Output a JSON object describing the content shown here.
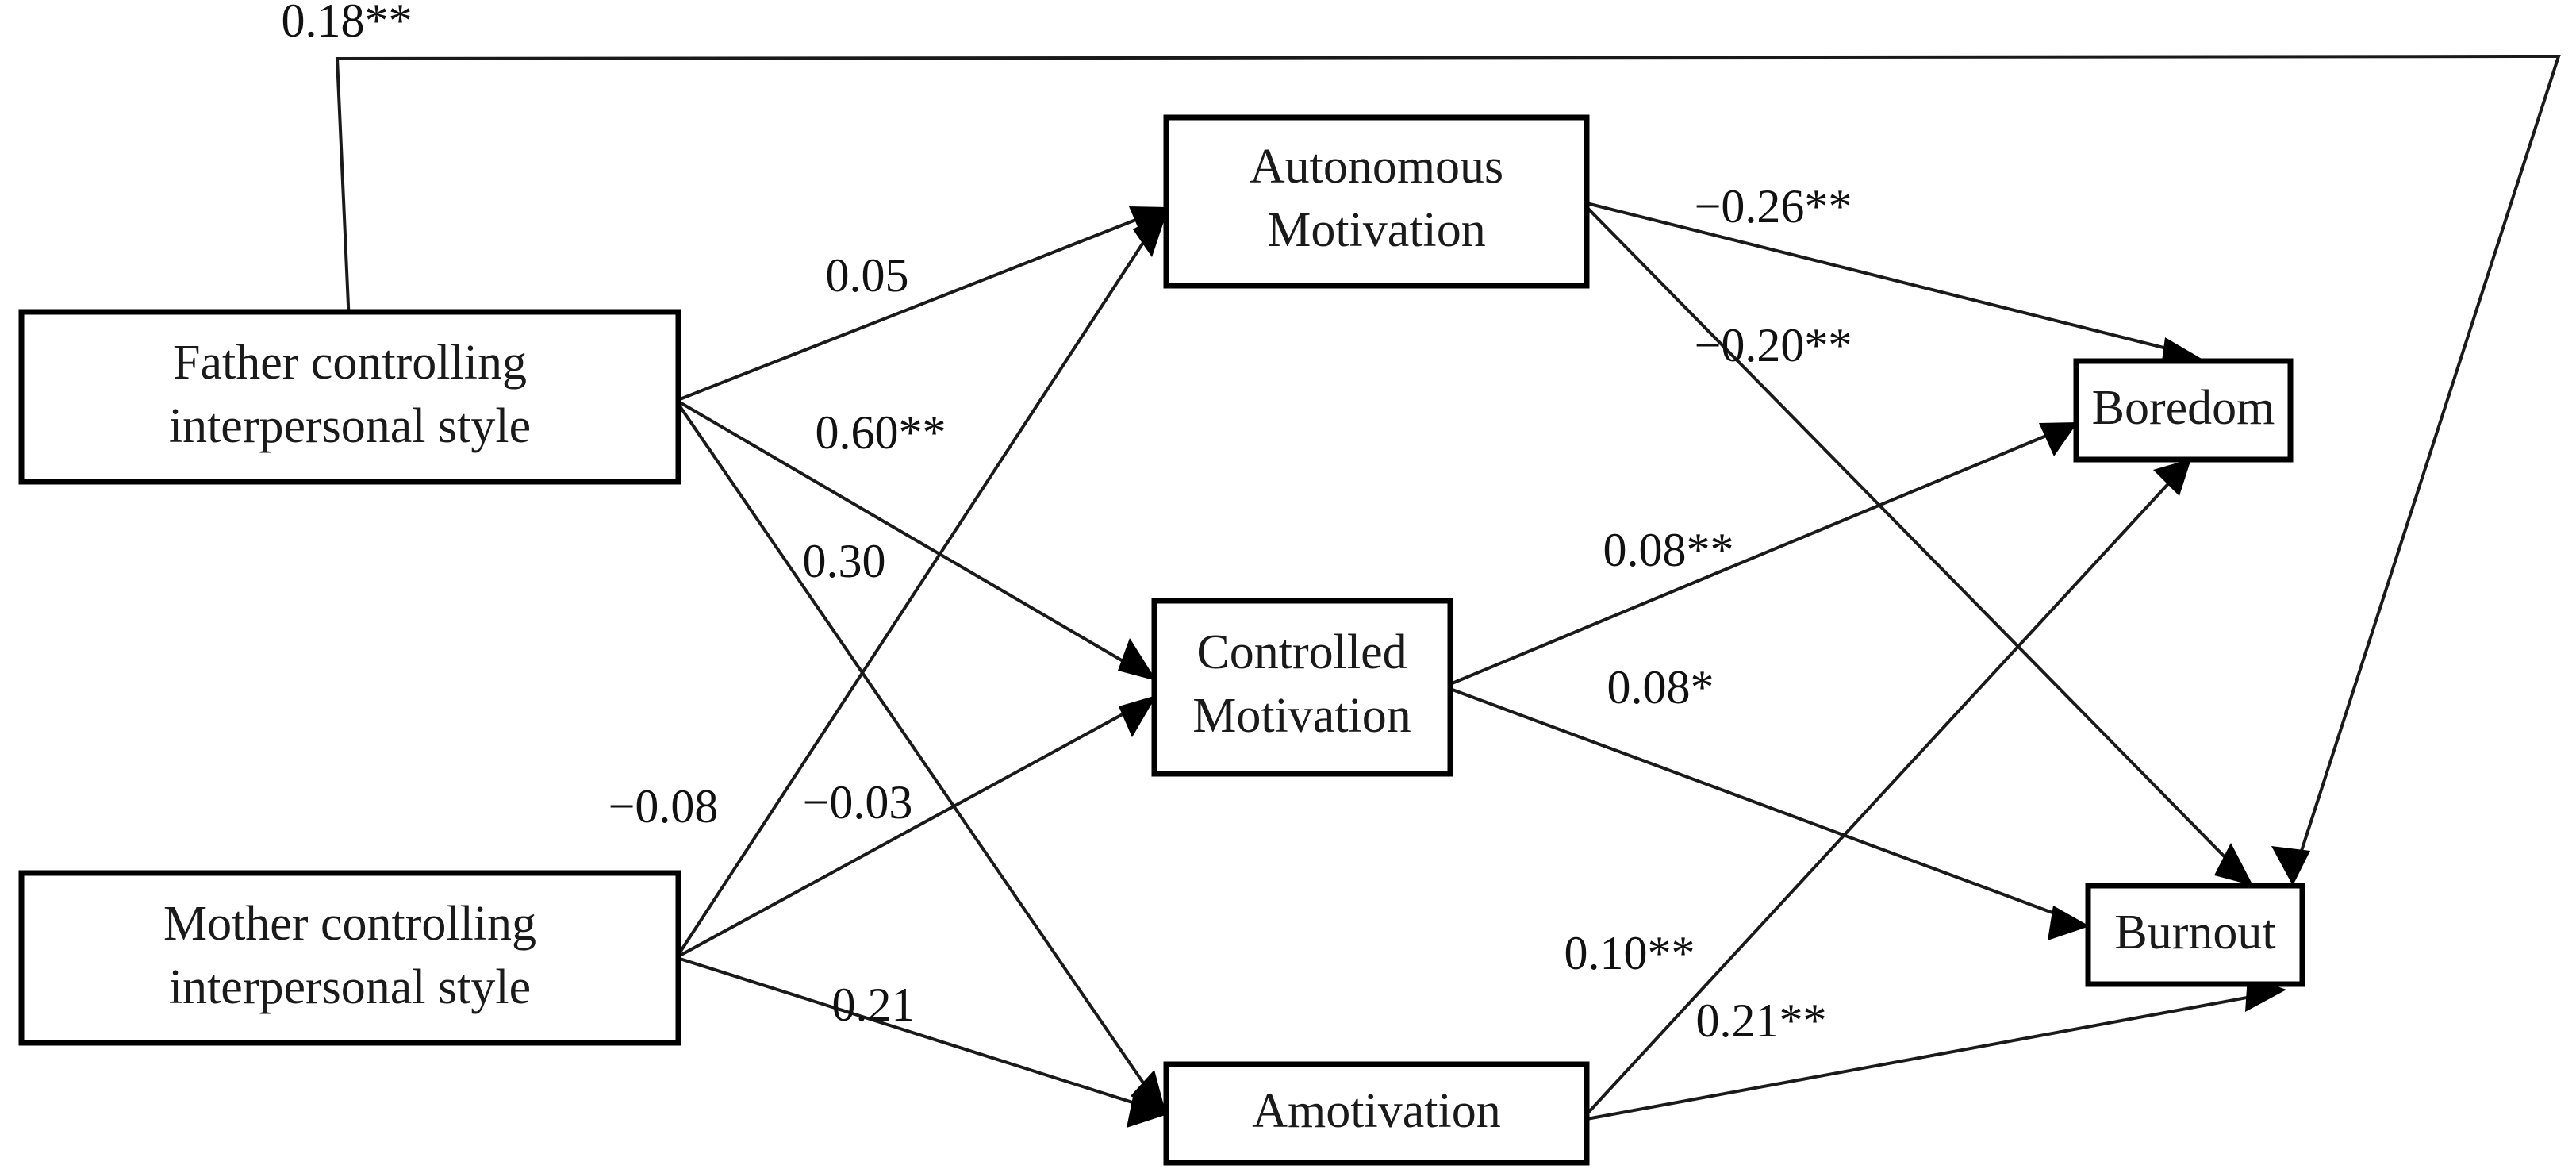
{
  "figure": {
    "type": "path-diagram",
    "background_color": "#ffffff",
    "line_color": "#1a1a1a",
    "box_border_color": "#000000"
  },
  "nodes": [
    {
      "id": "father",
      "label_line1": "Father controlling",
      "label_line2": "interpersonal style"
    },
    {
      "id": "mother",
      "label_line1": "Mother controlling",
      "label_line2": "interpersonal style"
    },
    {
      "id": "autonomous",
      "label_line1": "Autonomous",
      "label_line2": "Motivation"
    },
    {
      "id": "controlled",
      "label_line1": "Controlled",
      "label_line2": "Motivation"
    },
    {
      "id": "amotivation",
      "label_line1": "Amotivation",
      "label_line2": ""
    },
    {
      "id": "boredom",
      "label_line1": "Boredom",
      "label_line2": ""
    },
    {
      "id": "burnout",
      "label_line1": "Burnout",
      "label_line2": ""
    }
  ],
  "edges": [
    {
      "id": "father-burnout",
      "from": "father",
      "to": "burnout",
      "coefficient": "0.18**"
    },
    {
      "id": "father-autonomous",
      "from": "father",
      "to": "autonomous",
      "coefficient": "0.05"
    },
    {
      "id": "father-controlled",
      "from": "father",
      "to": "controlled",
      "coefficient": "0.60**"
    },
    {
      "id": "father-amotivation",
      "from": "father",
      "to": "amotivation",
      "coefficient": "0.30"
    },
    {
      "id": "mother-autonomous",
      "from": "mother",
      "to": "autonomous",
      "coefficient": "−0.08"
    },
    {
      "id": "mother-controlled",
      "from": "mother",
      "to": "controlled",
      "coefficient": "−0.03"
    },
    {
      "id": "mother-amotivation",
      "from": "mother",
      "to": "amotivation",
      "coefficient": "0.21"
    },
    {
      "id": "autonomous-boredom",
      "from": "autonomous",
      "to": "boredom",
      "coefficient": "−0.26**"
    },
    {
      "id": "autonomous-burnout",
      "from": "autonomous",
      "to": "burnout",
      "coefficient": "−0.20**"
    },
    {
      "id": "controlled-boredom",
      "from": "controlled",
      "to": "boredom",
      "coefficient": "0.08**"
    },
    {
      "id": "controlled-burnout",
      "from": "controlled",
      "to": "burnout",
      "coefficient": "0.08*"
    },
    {
      "id": "amotivation-boredom",
      "from": "amotivation",
      "to": "boredom",
      "coefficient": "0.10**"
    },
    {
      "id": "amotivation-burnout",
      "from": "amotivation",
      "to": "burnout",
      "coefficient": "0.21**"
    }
  ],
  "labels": {
    "father_line1": "Father controlling",
    "father_line2": "interpersonal style",
    "mother_line1": "Mother controlling",
    "mother_line2": "interpersonal style",
    "autonomous_line1": "Autonomous",
    "autonomous_line2": "Motivation",
    "controlled_line1": "Controlled",
    "controlled_line2": "Motivation",
    "amotivation": "Amotivation",
    "boredom": "Boredom",
    "burnout": "Burnout",
    "c_father_burnout": "0.18**",
    "c_father_autonomous": "0.05",
    "c_father_controlled": "0.60**",
    "c_father_amotivation": "0.30",
    "c_mother_autonomous": "−0.08",
    "c_mother_controlled": "−0.03",
    "c_mother_amotivation": "0.21",
    "c_autonomous_boredom": "−0.26**",
    "c_autonomous_burnout": "−0.20**",
    "c_controlled_boredom": "0.08**",
    "c_controlled_burnout": "0.08*",
    "c_amotivation_boredom": "0.10**",
    "c_amotivation_burnout": "0.21**"
  }
}
